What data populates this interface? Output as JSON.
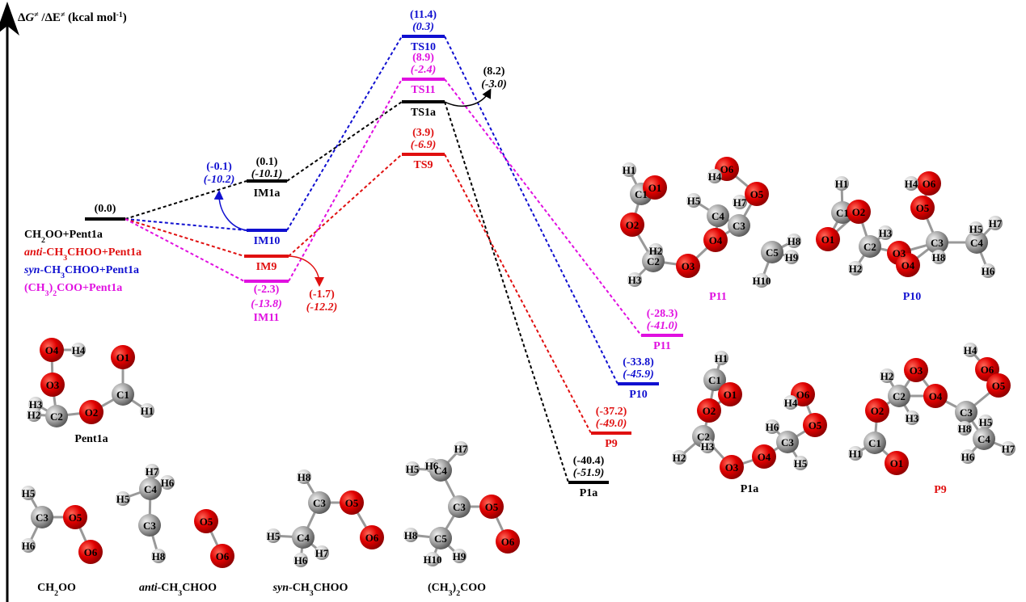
{
  "axis": {
    "title": [
      {
        "t": "Δ"
      },
      {
        "t": "G",
        "i": true
      },
      {
        "t": "≠",
        "sup": true
      },
      {
        "t": " /ΔE"
      },
      {
        "t": "≠",
        "sup": true
      },
      {
        "t": "  (kcal mol"
      },
      {
        "t": "-1",
        "sup": true
      },
      {
        "t": ")"
      }
    ]
  },
  "colors": {
    "CH2OO": "#000000",
    "anti": "#e01010",
    "syn": "#1010d0",
    "dimethyl": "#e010e0"
  },
  "legend": [
    {
      "color": "CH2OO",
      "parts": [
        {
          "t": "CH"
        },
        {
          "t": "2",
          "sub": true
        },
        {
          "t": "OO+Pent1a"
        }
      ]
    },
    {
      "color": "anti",
      "parts": [
        {
          "t": "anti",
          "i": true
        },
        {
          "t": "-CH"
        },
        {
          "t": "3",
          "sub": true
        },
        {
          "t": "CHOO+Pent1a"
        }
      ]
    },
    {
      "color": "syn",
      "parts": [
        {
          "t": "syn",
          "i": true
        },
        {
          "t": "-CH"
        },
        {
          "t": "3",
          "sub": true
        },
        {
          "t": "CHOO+Pent1a"
        }
      ]
    },
    {
      "color": "dimethyl",
      "parts": [
        {
          "t": "(CH"
        },
        {
          "t": "3",
          "sub": true
        },
        {
          "t": ")"
        },
        {
          "t": "2",
          "sub": true
        },
        {
          "t": "COO+Pent1a"
        }
      ]
    }
  ],
  "levels": [
    {
      "id": "R",
      "color": "CH2OO",
      "dG": "(0.0)",
      "dE": "",
      "label": ""
    },
    {
      "id": "IM1a",
      "color": "CH2OO",
      "dG": "(0.1)",
      "dE": "(-10.1)",
      "label": "IM1a"
    },
    {
      "id": "IM10",
      "color": "syn",
      "dG": "",
      "dE": "",
      "label": "IM10"
    },
    {
      "id": "IM9",
      "color": "anti",
      "dG": "",
      "dE": "",
      "label": "IM9"
    },
    {
      "id": "IM11",
      "color": "dimethyl",
      "dG": "(-2.3)",
      "dE": "(-13.8)",
      "label": "IM11"
    },
    {
      "id": "TS10",
      "color": "syn",
      "dG": "(11.4)",
      "dE": "(0.3)",
      "label": "TS10"
    },
    {
      "id": "TS11",
      "color": "dimethyl",
      "dG": "(8.9)",
      "dE": "(-2.4)",
      "label": "TS11"
    },
    {
      "id": "TS1a",
      "color": "CH2OO",
      "dG": "",
      "dE": "",
      "label": "TS1a"
    },
    {
      "id": "TS9",
      "color": "anti",
      "dG": "(3.9)",
      "dE": "(-6.9)",
      "label": "TS9"
    },
    {
      "id": "P11",
      "color": "dimethyl",
      "dG": "(-28.3)",
      "dE": "(-41.0)",
      "label": "P11"
    },
    {
      "id": "P10",
      "color": "syn",
      "dG": "(-33.8)",
      "dE": "(-45.9)",
      "label": "P10"
    },
    {
      "id": "P9",
      "color": "anti",
      "dG": "(-37.2)",
      "dE": "(-49.0)",
      "label": "P9"
    },
    {
      "id": "P1a",
      "color": "CH2OO",
      "dG": "(-40.4)",
      "dE": "(-51.9)",
      "label": "P1a"
    }
  ],
  "callouts": [
    {
      "id": "IM10",
      "color": "syn",
      "dG": "(-0.1)",
      "dE": "(-10.2)"
    },
    {
      "id": "IM9",
      "color": "anti",
      "dG": "(-1.7)",
      "dE": "(-12.2)"
    },
    {
      "id": "TS1a",
      "color": "CH2OO",
      "dG": "(8.2)",
      "dE": "(-3.0)"
    }
  ],
  "molecules": [
    {
      "id": "Pent1a",
      "name": [
        {
          "t": "Pent1a"
        }
      ],
      "name_color": "CH2OO",
      "atoms": [
        "O4",
        "H4",
        "O3",
        "O1",
        "H3",
        "C2",
        "C1",
        "O2",
        "H2",
        "H1"
      ]
    },
    {
      "id": "CH2OO",
      "name": [
        {
          "t": "CH"
        },
        {
          "t": "2",
          "sub": true
        },
        {
          "t": "OO"
        }
      ],
      "name_color": "CH2OO",
      "atoms": [
        "H5",
        "C3",
        "O5",
        "H6",
        "O6"
      ]
    },
    {
      "id": "anti",
      "name": [
        {
          "t": "anti",
          "i": true
        },
        {
          "t": "-CH"
        },
        {
          "t": "3",
          "sub": true
        },
        {
          "t": "CHOO"
        }
      ],
      "name_color": "CH2OO",
      "atoms": [
        "H7",
        "H6",
        "C4",
        "H5",
        "C3",
        "O5",
        "H8",
        "O6"
      ]
    },
    {
      "id": "syn",
      "name": [
        {
          "t": "syn",
          "i": true
        },
        {
          "t": "-CH"
        },
        {
          "t": "3",
          "sub": true
        },
        {
          "t": "CHOO"
        }
      ],
      "name_color": "CH2OO",
      "atoms": [
        "H8",
        "C3",
        "O5",
        "H5",
        "C4",
        "O6",
        "H6",
        "H7"
      ]
    },
    {
      "id": "dimethyl",
      "name": [
        {
          "t": "(CH"
        },
        {
          "t": "3",
          "sub": true
        },
        {
          "t": ")"
        },
        {
          "t": "2",
          "sub": true
        },
        {
          "t": "COO"
        }
      ],
      "name_color": "CH2OO",
      "atoms": [
        "H7",
        "H5",
        "H6",
        "C4",
        "C3",
        "O5",
        "H8",
        "C5",
        "H10",
        "H9",
        "O6"
      ]
    },
    {
      "id": "P11",
      "name": [
        {
          "t": "P11"
        }
      ],
      "name_color": "dimethyl",
      "atoms": [
        "H1",
        "C1",
        "O1",
        "O2",
        "H2",
        "C2",
        "H3",
        "O3",
        "O4",
        "C4",
        "H5",
        "H7",
        "C3",
        "O5",
        "O6",
        "H4",
        "C5",
        "H8",
        "H9",
        "H10"
      ]
    },
    {
      "id": "P10",
      "name": [
        {
          "t": "P10"
        }
      ],
      "name_color": "syn",
      "atoms": [
        "H1",
        "C1",
        "O2",
        "O1",
        "C2",
        "H3",
        "H2",
        "O3",
        "O4",
        "C3",
        "H8",
        "O5",
        "O6",
        "H4",
        "C4",
        "H5",
        "H7",
        "H6"
      ]
    },
    {
      "id": "P1a",
      "name": [
        {
          "t": "P1a"
        }
      ],
      "name_color": "CH2OO",
      "atoms": [
        "H1",
        "C1",
        "O1",
        "O2",
        "C2",
        "H3",
        "H2",
        "O3",
        "O4",
        "C3",
        "H6",
        "H5",
        "O5",
        "O6",
        "H4"
      ]
    },
    {
      "id": "P9",
      "name": [
        {
          "t": "P9"
        }
      ],
      "name_color": "anti",
      "atoms": [
        "H4",
        "O6",
        "O5",
        "H2",
        "O3",
        "C2",
        "H3",
        "O4",
        "O2",
        "C3",
        "H8",
        "H5",
        "C4",
        "H7",
        "H6",
        "C1",
        "H1",
        "O1"
      ]
    }
  ]
}
